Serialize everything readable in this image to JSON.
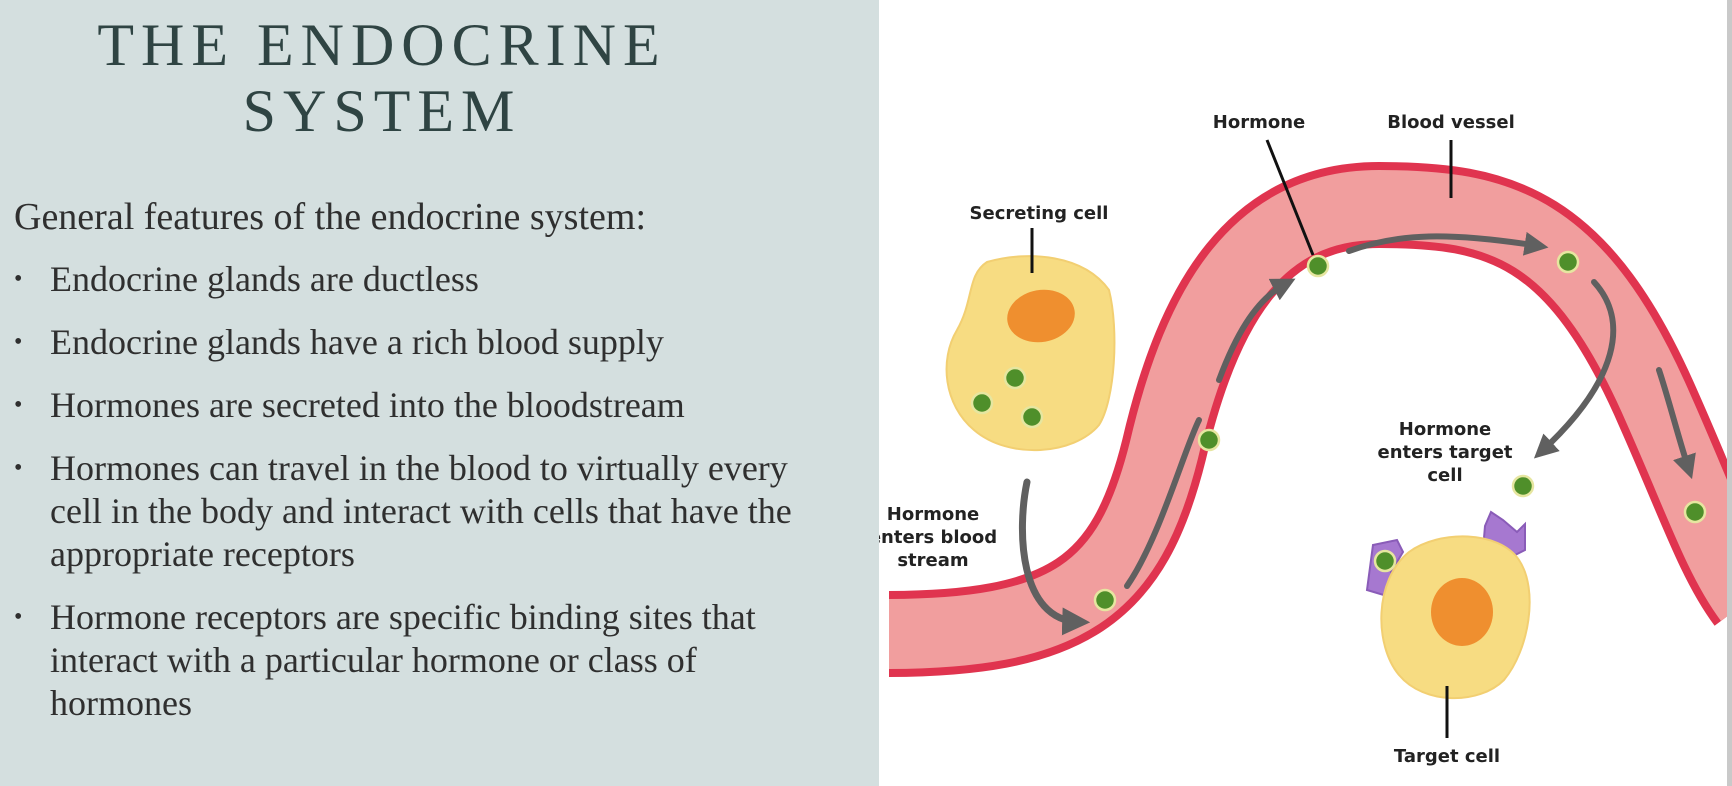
{
  "slide": {
    "title": "THE ENDOCRINE SYSTEM",
    "intro": "General features of the endocrine system:",
    "bullets": [
      "Endocrine glands are ductless",
      "Endocrine glands have a rich blood supply",
      "Hormones are secreted into the bloodstream",
      "Hormones can travel in the blood to virtually every cell in the body and interact with cells that have the appropriate receptors",
      "Hormone receptors are specific binding sites that interact with a particular hormone or class of hormones"
    ],
    "bullet_glyph": "•"
  },
  "diagram": {
    "labels": {
      "hormone": "Hormone",
      "blood_vessel": "Blood vessel",
      "secreting_cell": "Secreting cell",
      "enters_blood_1": "Hormone",
      "enters_blood_2": "enters blood",
      "enters_blood_3": "stream",
      "enters_target_1": "Hormone",
      "enters_target_2": "enters target",
      "enters_target_3": "cell",
      "target_cell": "Target cell"
    },
    "colors": {
      "panel_bg": "#d4dfdf",
      "vessel_wall": "#e0344f",
      "vessel_lumen": "#f19e9e",
      "cell_body": "#f7dc82",
      "nucleus": "#ef8f2f",
      "hormone": "#4f8f2a",
      "receptor": "#a678d0",
      "arrow": "#606060"
    }
  }
}
